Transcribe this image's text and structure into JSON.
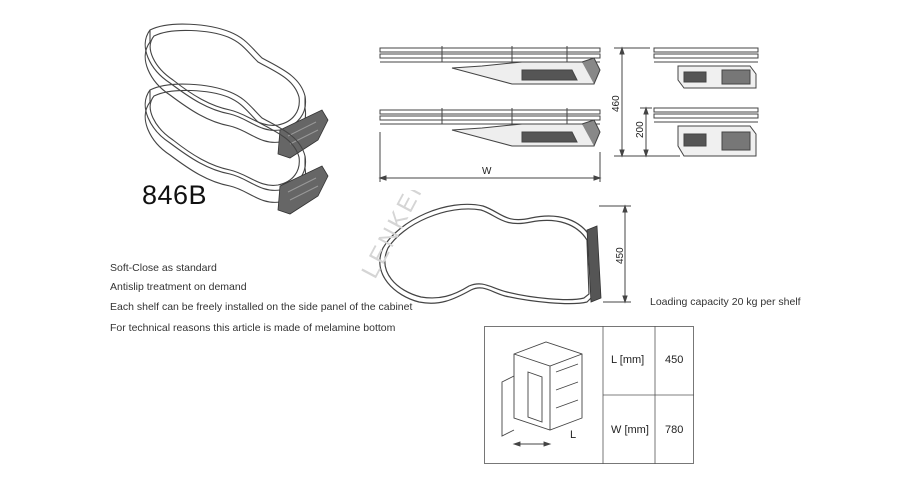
{
  "model": "846B",
  "features": [
    "Soft-Close as standard",
    "Antislip treatment on demand",
    "Each shelf can be freely installed on the side panel of the cabinet",
    "For technical reasons this article is made of melamine bottom"
  ],
  "capacity_note": "Loading capacity 20 kg per shelf",
  "watermark": "LENKEI",
  "dimensions": {
    "width_label": "W",
    "height_total": "460",
    "shelf_spacing": "200",
    "depth": "450"
  },
  "spec_table": {
    "rows": [
      {
        "label": "L [mm]",
        "value": "450"
      },
      {
        "label": "W [mm]",
        "value": "780"
      }
    ],
    "diagram_label": "L"
  },
  "colors": {
    "line": "#444444",
    "dark_part": "#555555",
    "watermark": "#d9d9d9"
  }
}
